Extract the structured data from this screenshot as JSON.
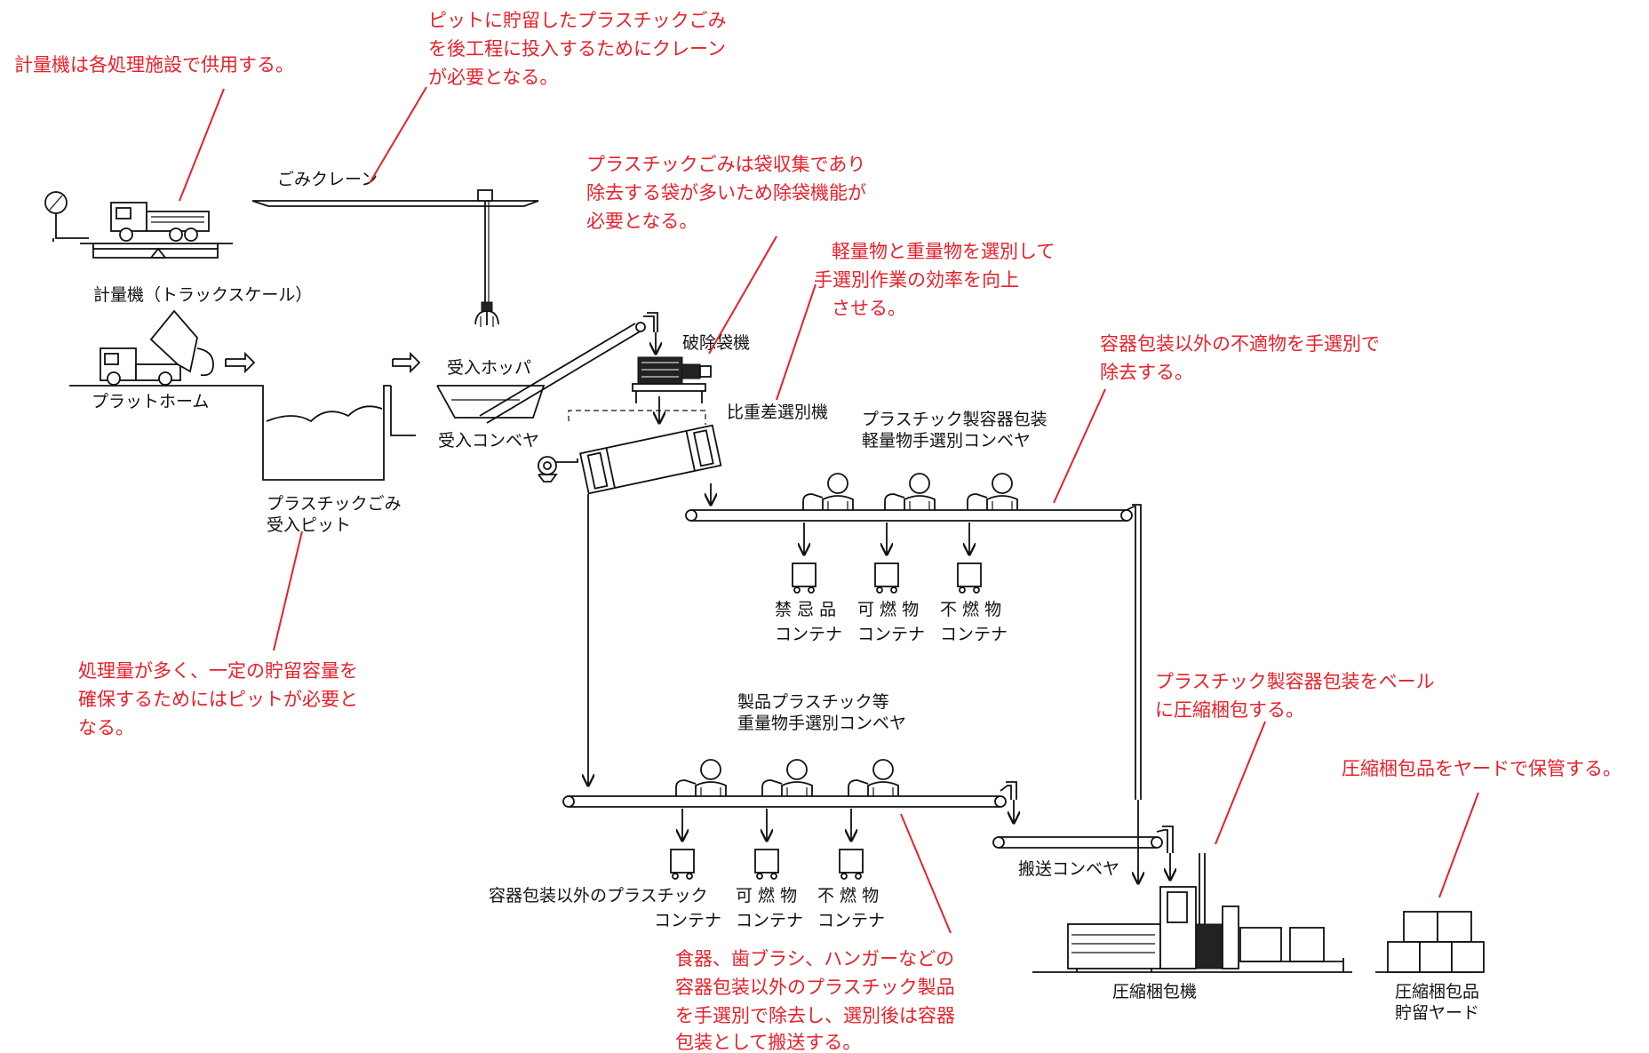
{
  "labels": {
    "scale": "計量機（トラックスケール）",
    "crane": "ごみクレーン",
    "platform": "プラットホーム",
    "pit": [
      "プラスチックごみ",
      "受入ピット"
    ],
    "hopper": "受入ホッパ",
    "conveyor_in": "受入コンベヤ",
    "bag_breaker": "破除袋機",
    "gravity_sep": "比重差選別機",
    "light_conv": [
      "プラスチック製容器包装",
      "軽量物手選別コンベヤ"
    ],
    "light_containers": {
      "types": [
        "禁 忌 品",
        "可 燃 物",
        "不 燃 物"
      ],
      "unit": [
        "コンテナ",
        "コンテナ",
        "コンテナ"
      ]
    },
    "heavy_conv": [
      "製品プラスチック等",
      "重量物手選別コンベヤ"
    ],
    "heavy_containers": {
      "types": [
        "容器包装以外のプラスチック",
        "可 燃 物",
        "不 燃 物"
      ],
      "unit": [
        "コンテナ",
        "コンテナ",
        "コンテナ"
      ]
    },
    "transport_conv": "搬送コンベヤ",
    "baler": "圧縮梱包機",
    "yard": [
      "圧縮梱包品",
      "貯留ヤード"
    ]
  },
  "notes": {
    "scale_note": "計量機は各処理施設で供用する。",
    "crane_note": [
      "ピットに貯留したプラスチックごみ",
      "を後工程に投入するためにクレーン",
      "が必要となる。"
    ],
    "bag_note": [
      "プラスチックごみは袋収集であり",
      "除去する袋が多いため除袋機能が",
      "必要となる。"
    ],
    "gravity_note": [
      "軽量物と重量物を選別して",
      "手選別作業の効率を向上",
      "させる。"
    ],
    "light_note": [
      "容器包装以外の不適物を手選別で",
      "除去する。"
    ],
    "pit_note": [
      "処理量が多く、一定の貯留容量を",
      "確保するためにはピットが必要と",
      "なる。"
    ],
    "heavy_note": [
      "食器、歯ブラシ、ハンガーなどの",
      "容器包装以外のプラスチック製品",
      "を手選別で除去し、選別後は容器",
      "包装として搬送する。"
    ],
    "baler_note": [
      "プラスチック製容器包装をベール",
      "に圧縮梱包する。"
    ],
    "yard_note": "圧縮梱包品をヤードで保管する。"
  },
  "colors": {
    "note": "#e8202a",
    "line": "#111111"
  }
}
